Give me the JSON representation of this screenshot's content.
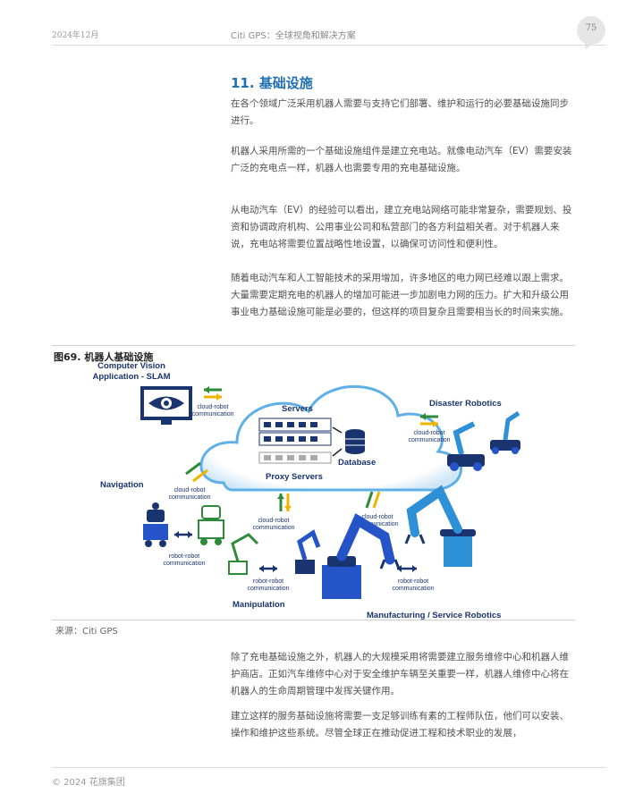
{
  "header": {
    "date": "2024年12月",
    "title": "Citi GPS：全球视角和解决方案",
    "page_number": "75"
  },
  "section": {
    "title": "11. 基础设施",
    "paragraphs": [
      "在各个领域广泛采用机器人需要与支持它们部署、维护和运行的必要基础设施同步进行。",
      "机器人采用所需的一个基础设施组件是建立充电站。就像电动汽车（EV）需要安装广泛的充电点一样，机器人也需要专用的充电基础设施。",
      "从电动汽车（EV）的经验可以看出，建立充电站网络可能非常复杂，需要规划、投资和协调政府机构、公用事业公司和私营部门的各方利益相关者。对于机器人来说，充电站将需要位置战略性地设置，以确保可访问性和便利性。",
      "随着电动汽车和人工智能技术的采用增加，许多地区的电力网已经难以跟上需求。大量需要定期充电的机器人的增加可能进一步加剧电力网的压力。扩大和升级公用事业电力基础设施可能是必要的，但这样的项目复杂且需要相当长的时间来实施。"
    ]
  },
  "figure": {
    "title": "图69. 机器人基础设施",
    "source": "来源：Citi GPS",
    "labels": {
      "cv_line1": "Computer Vision",
      "cv_line2": "Application - SLAM",
      "servers": "Servers",
      "database": "Database",
      "proxy": "Proxy Servers",
      "disaster": "Disaster Robotics",
      "navigation": "Navigation",
      "manipulation": "Manipulation",
      "manufacturing": "Manufacturing / Service Robotics",
      "cloud_robot_1": "cloud-robot",
      "communication": "communication",
      "robot_robot": "robot-robot"
    }
  },
  "after": {
    "paragraphs": [
      "除了充电基础设施之外，机器人的大规模采用将需要建立服务维修中心和机器人维护商店。正如汽车维修中心对于安全维护车辆至关重要一样，机器人维修中心将在机器人的生命周期管理中发挥关键作用。",
      "建立这样的服务基础设施将需要一支足够训练有素的工程师队伍，他们可以安装、操作和维护这些系统。尽管全球正在推动促进工程和技术职业的发展，"
    ]
  },
  "footer": {
    "copyright": "© 2024 花旗集团"
  },
  "colors": {
    "title_blue": "#1f6fb2",
    "navy": "#1a3470",
    "robot_blue": "#2454c8",
    "robot_light": "#2e90d6",
    "arrow_green": "#2e8b3a",
    "arrow_yellow": "#f0b400"
  }
}
